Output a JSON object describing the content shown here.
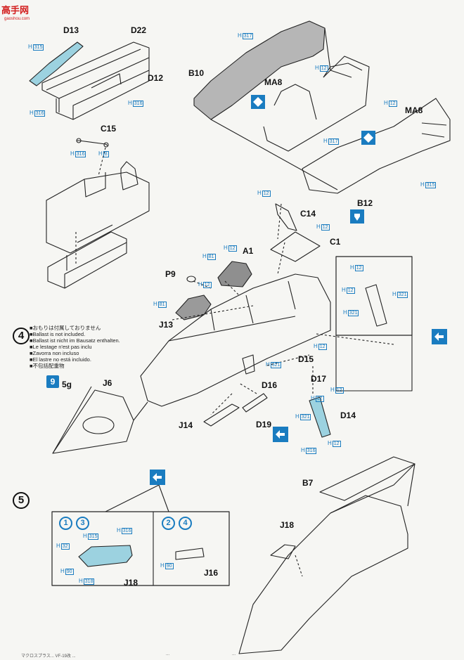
{
  "watermark": {
    "brand": "高手网",
    "sub": "gaoshou.com"
  },
  "steps": [
    {
      "num": "4"
    },
    {
      "num": "5"
    }
  ],
  "ballast_note": {
    "lines": [
      "■おもりは付属しておりません",
      "■Ballast is not included.",
      "■Ballast ist nicht im Bausatz enthalten.",
      "■Le lestage n'est pas inclu",
      "■Zavorra non incluso",
      "■El lastre no está incluido.",
      "■不包括配重物"
    ]
  },
  "parts": {
    "D13": "D13",
    "D22": "D22",
    "D12": "D12",
    "C15": "C15",
    "B10": "B10",
    "MA8a": "MA8",
    "MA8b": "MA8",
    "B12": "B12",
    "C14": "C14",
    "C1": "C1",
    "A1": "A1",
    "P9": "P9",
    "J13": "J13",
    "J6": "J6",
    "g5": "5g",
    "D15": "D15",
    "D16": "D16",
    "D17": "D17",
    "D14": "D14",
    "D19": "D19",
    "J14": "J14",
    "B7": "B7",
    "J18a": "J18",
    "J18b": "J18",
    "J16": "J16"
  },
  "paint_codes": [
    {
      "id": "c1",
      "h": "H",
      "n": "315"
    },
    {
      "id": "c2",
      "h": "H",
      "n": "316"
    },
    {
      "id": "c3",
      "h": "H",
      "n": "316"
    },
    {
      "id": "c4",
      "h": "H",
      "n": "316"
    },
    {
      "id": "c5",
      "h": "H",
      "n": "8"
    },
    {
      "id": "c6",
      "h": "H",
      "n": "317"
    },
    {
      "id": "c7",
      "h": "H",
      "n": "12"
    },
    {
      "id": "c8",
      "h": "H",
      "n": "12"
    },
    {
      "id": "c9",
      "h": "H",
      "n": "317"
    },
    {
      "id": "c10",
      "h": "H",
      "n": "315"
    },
    {
      "id": "c11",
      "h": "H",
      "n": "12"
    },
    {
      "id": "c12",
      "h": "H",
      "n": "12"
    },
    {
      "id": "c13",
      "h": "H",
      "n": "12"
    },
    {
      "id": "c14",
      "h": "H",
      "n": "81"
    },
    {
      "id": "c15",
      "h": "H",
      "n": "12"
    },
    {
      "id": "c16",
      "h": "H",
      "n": "81"
    },
    {
      "id": "c17",
      "h": "H",
      "n": "12"
    },
    {
      "id": "c18",
      "h": "H",
      "n": "12"
    },
    {
      "id": "c19",
      "h": "H",
      "n": "321"
    },
    {
      "id": "c20",
      "h": "H",
      "n": "321"
    },
    {
      "id": "c21",
      "h": "H",
      "n": "12"
    },
    {
      "id": "c22",
      "h": "H",
      "n": "321"
    },
    {
      "id": "c23",
      "h": "H",
      "n": "12"
    },
    {
      "id": "c24",
      "h": "H",
      "n": "321"
    },
    {
      "id": "c25",
      "h": "H",
      "n": "12"
    },
    {
      "id": "c26",
      "h": "H",
      "n": "316"
    },
    {
      "id": "c27",
      "h": "H",
      "n": "316"
    },
    {
      "id": "c28",
      "h": "H",
      "n": "315"
    },
    {
      "id": "c29",
      "h": "H",
      "n": "32"
    },
    {
      "id": "c30",
      "h": "H",
      "n": "90"
    },
    {
      "id": "c31",
      "h": "H",
      "n": "318"
    },
    {
      "id": "c32",
      "h": "H",
      "n": "90"
    },
    {
      "id": "c33",
      "h": "H",
      "n": "12"
    }
  ],
  "badges": {
    "nine": "9",
    "one": "1",
    "three": "3",
    "two": "2",
    "four": "4"
  },
  "footer": {
    "left": "マクロスプラス... VF-19改 ...",
    "mid": "...",
    "right": "..."
  }
}
